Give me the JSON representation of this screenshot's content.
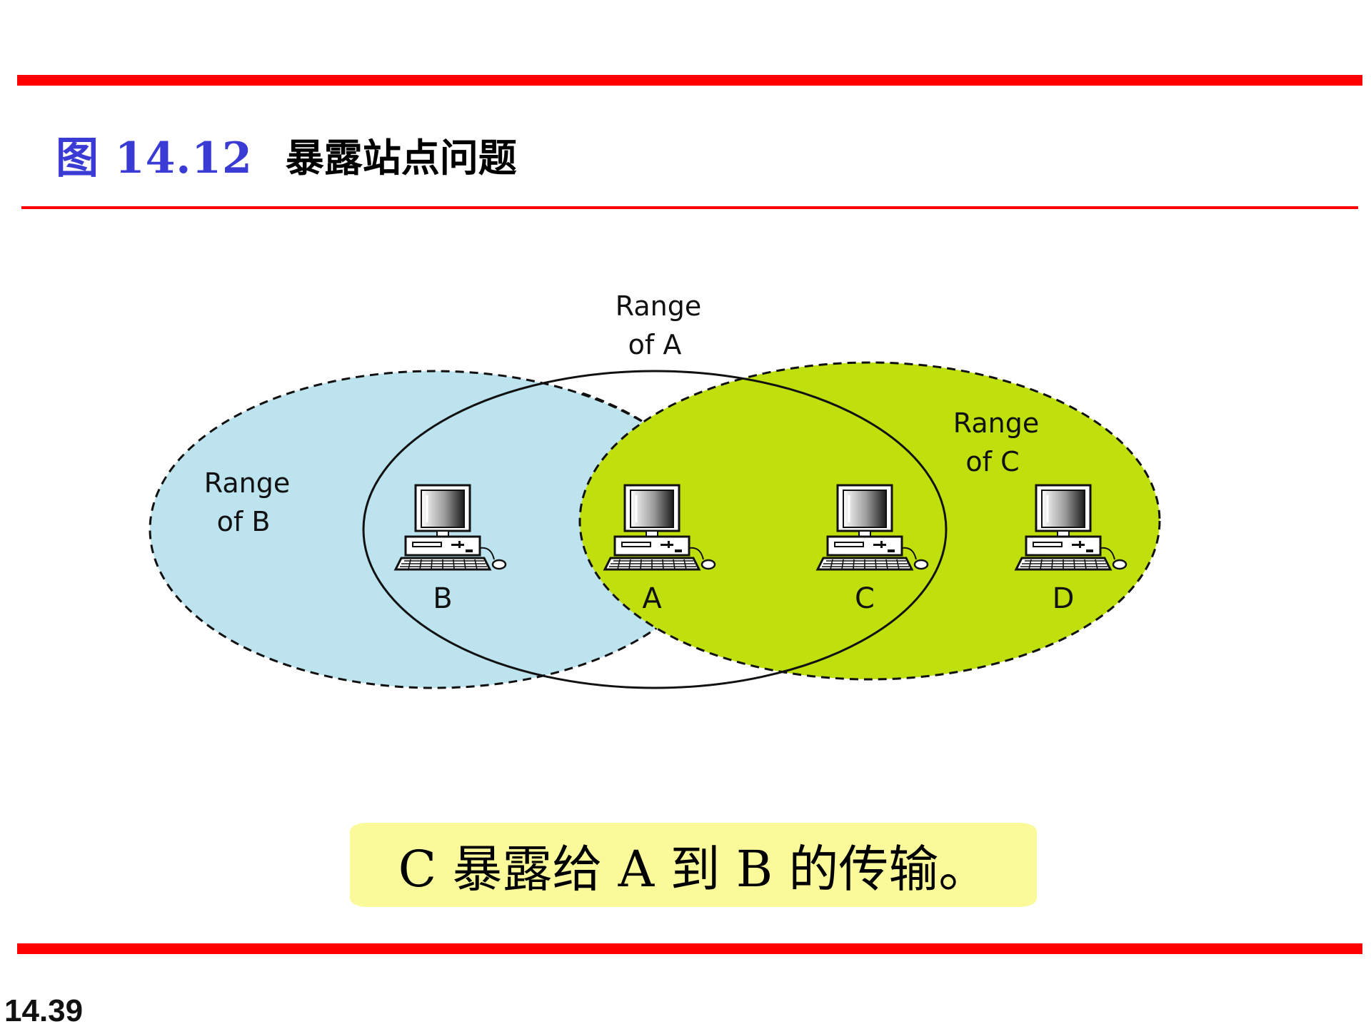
{
  "header": {
    "figure_label": "图 14.12",
    "figure_title": "暴露站点问题"
  },
  "diagram": {
    "ranges": {
      "a": {
        "line1": "Range",
        "line2": "of A"
      },
      "b": {
        "line1": "Range",
        "line2": "of B"
      },
      "c": {
        "line1": "Range",
        "line2": "of C"
      }
    },
    "stations": [
      "B",
      "A",
      "C",
      "D"
    ]
  },
  "caption": "C 暴露给 A 到 B 的传输。",
  "footer": {
    "page_number": "14.39"
  },
  "colors": {
    "rule": "#ff0000",
    "figure_label": "#3a3ad4",
    "range_b_fill": "#bde3ee",
    "range_c_fill": "#bfe00c",
    "caption_bg": "#fafa9a"
  }
}
